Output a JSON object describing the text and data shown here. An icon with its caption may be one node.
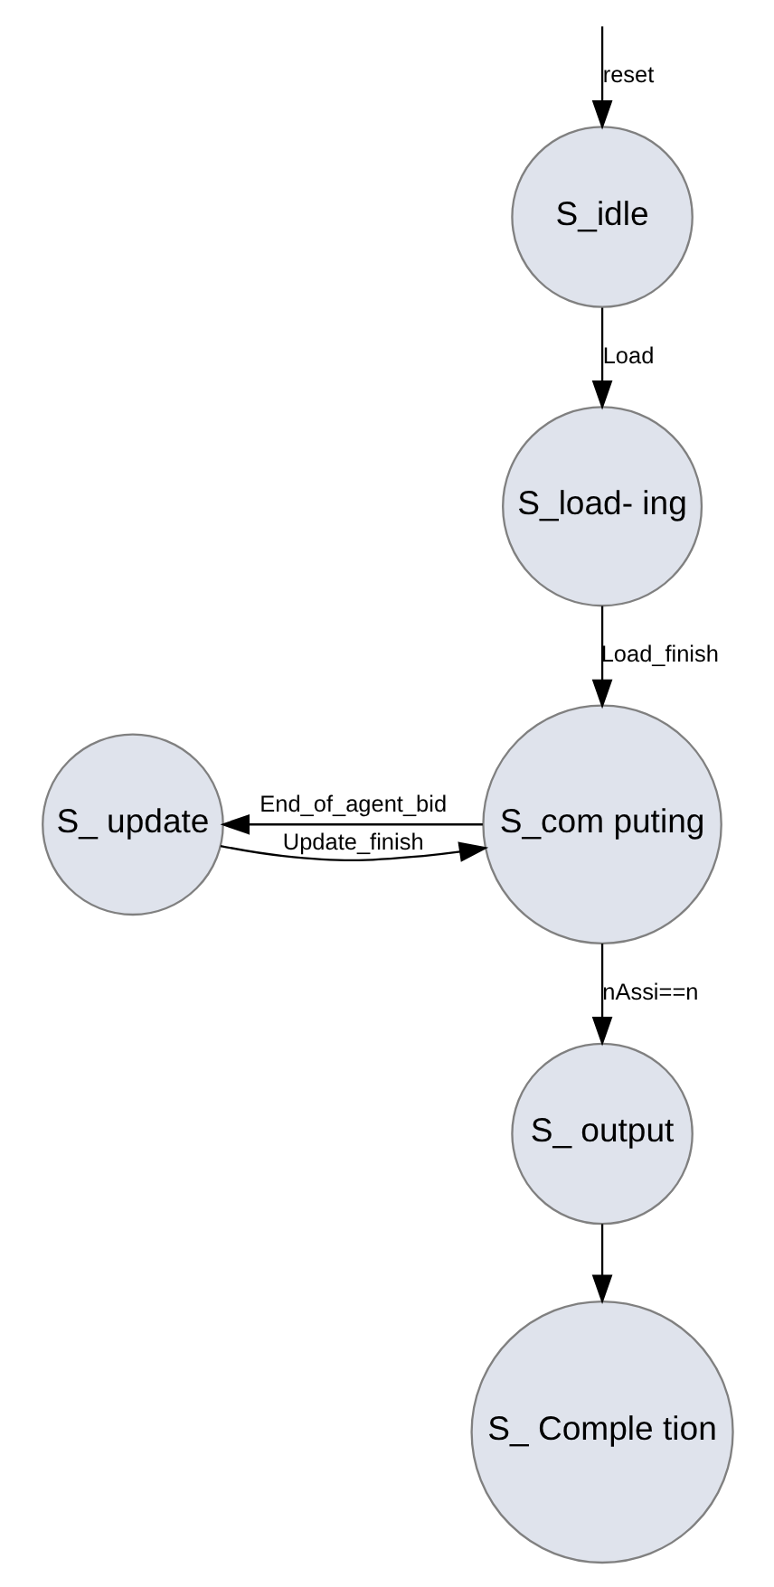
{
  "diagram": {
    "nodes": [
      {
        "text": [
          "S_idle"
        ]
      },
      {
        "text": [
          "S_load- ing"
        ]
      },
      {
        "text": [
          "S_com puting"
        ]
      },
      {
        "text": [
          "S_ update"
        ]
      },
      {
        "text": [
          "S_ output"
        ]
      },
      {
        "text": [
          "S_ Comple tion"
        ]
      }
    ],
    "edges": [
      {
        "from": null,
        "to": 0,
        "arrow": "to",
        "label": "reset"
      },
      {
        "from": 0,
        "to": 1,
        "arrow": "to",
        "label": "Load"
      },
      {
        "from": 1,
        "to": 2,
        "arrow": "to",
        "label": "Load_finish"
      },
      {
        "from": 2,
        "to": 3,
        "arrow": "to",
        "label": "End_of_agent_bid"
      },
      {
        "from": 3,
        "to": 2,
        "arrow": "to",
        "label": "Update_finish"
      },
      {
        "from": 2,
        "to": 4,
        "arrow": "to",
        "label": "nAssi==n"
      },
      {
        "from": 4,
        "to": 5,
        "arrow": "to"
      }
    ]
  }
}
